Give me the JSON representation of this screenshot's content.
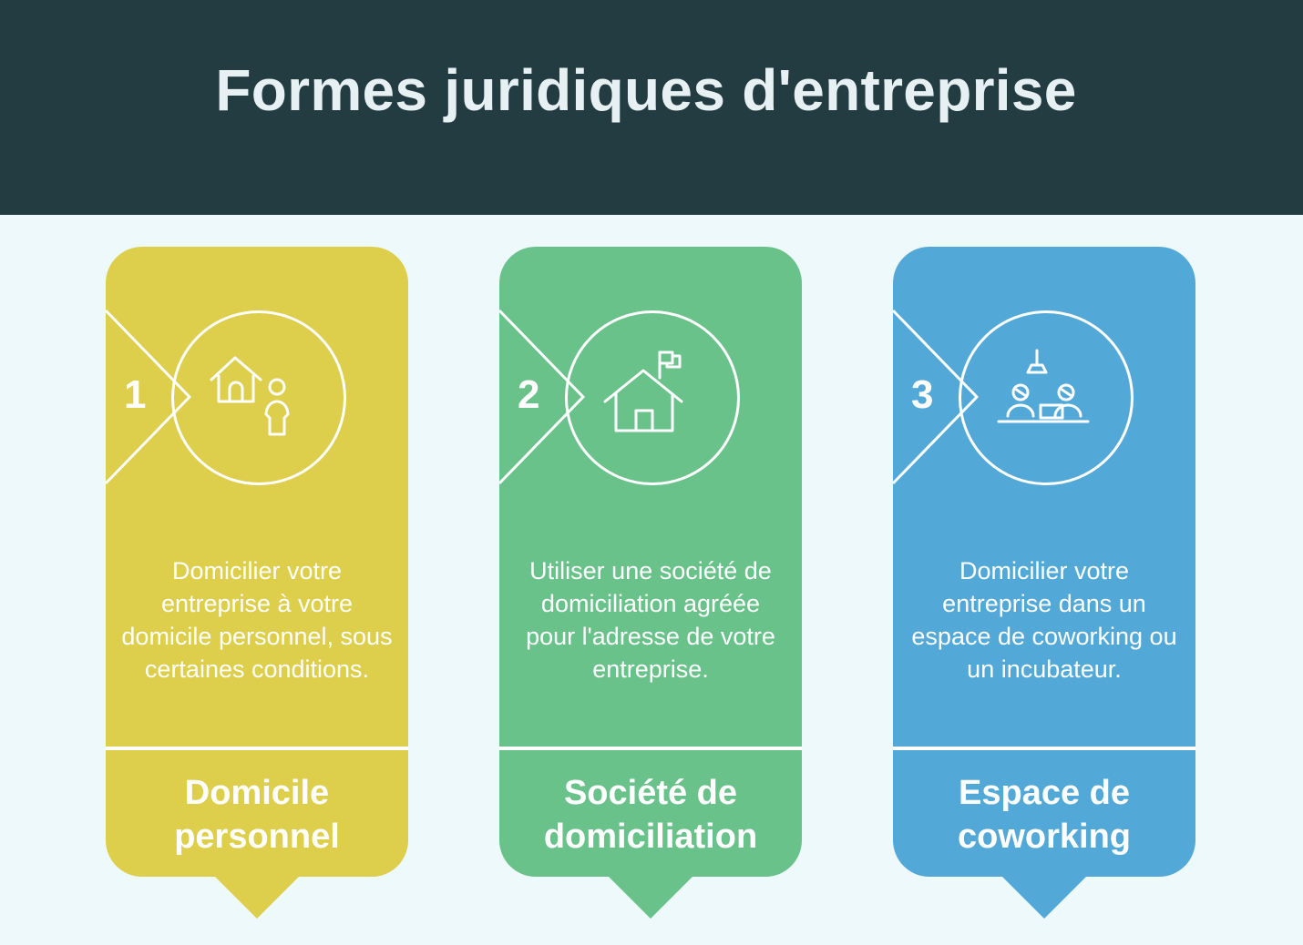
{
  "header": {
    "title": "Formes juridiques d'entreprise",
    "background": "#223c42"
  },
  "cards": [
    {
      "number": "1",
      "description": "Domicilier votre entreprise à votre domicile personnel, sous certaines conditions.",
      "label": "Domicile personnel",
      "color": "#ddce4c",
      "icon": "house-person-icon"
    },
    {
      "number": "2",
      "description": "Utiliser une société de domiciliation agréée pour l'adresse de votre entreprise.",
      "label": "Société de domiciliation",
      "color": "#68c28a",
      "icon": "house-flag-icon"
    },
    {
      "number": "3",
      "description": "Domicilier votre entreprise dans un espace de coworking ou un incubateur.",
      "label": "Espace de coworking",
      "color": "#52a9d7",
      "icon": "coworking-icon"
    }
  ]
}
